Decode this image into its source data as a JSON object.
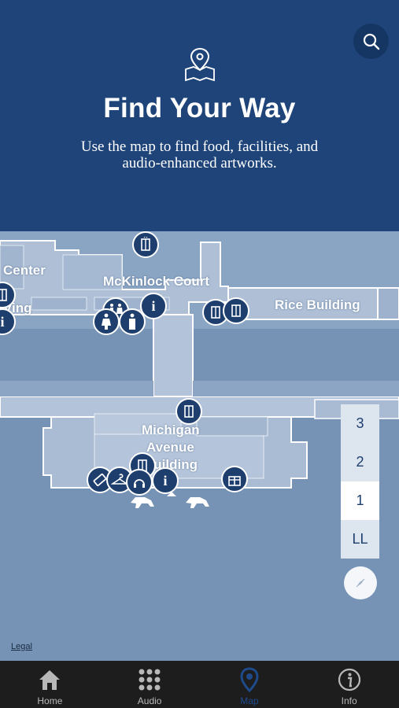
{
  "header": {
    "title": "Find Your Way",
    "subtitle": "Use the map to find food, facilities, and audio-enhanced artworks."
  },
  "map": {
    "labels": {
      "center": "Center",
      "wing": "Ving",
      "mckinlock": "McKinlock Court",
      "rice": "Rice Building",
      "michigan": [
        "Michigan",
        "Avenue",
        "Building"
      ]
    },
    "info_glyph": "i",
    "floors": [
      "3",
      "2",
      "1",
      "LL"
    ],
    "selected_floor": "1",
    "legal": "Legal"
  },
  "tabs": [
    {
      "label": "Home",
      "icon": "home-icon"
    },
    {
      "label": "Audio",
      "icon": "grid-icon"
    },
    {
      "label": "Map",
      "icon": "map-pin-icon",
      "active": true
    },
    {
      "label": "Info",
      "icon": "info-icon"
    }
  ],
  "colors": {
    "header": "#1e4479",
    "map": "#7591b4",
    "marker": "#1e3f6e",
    "tabbar": "#1d1d1d",
    "active_tab": "#1e4a8a"
  }
}
